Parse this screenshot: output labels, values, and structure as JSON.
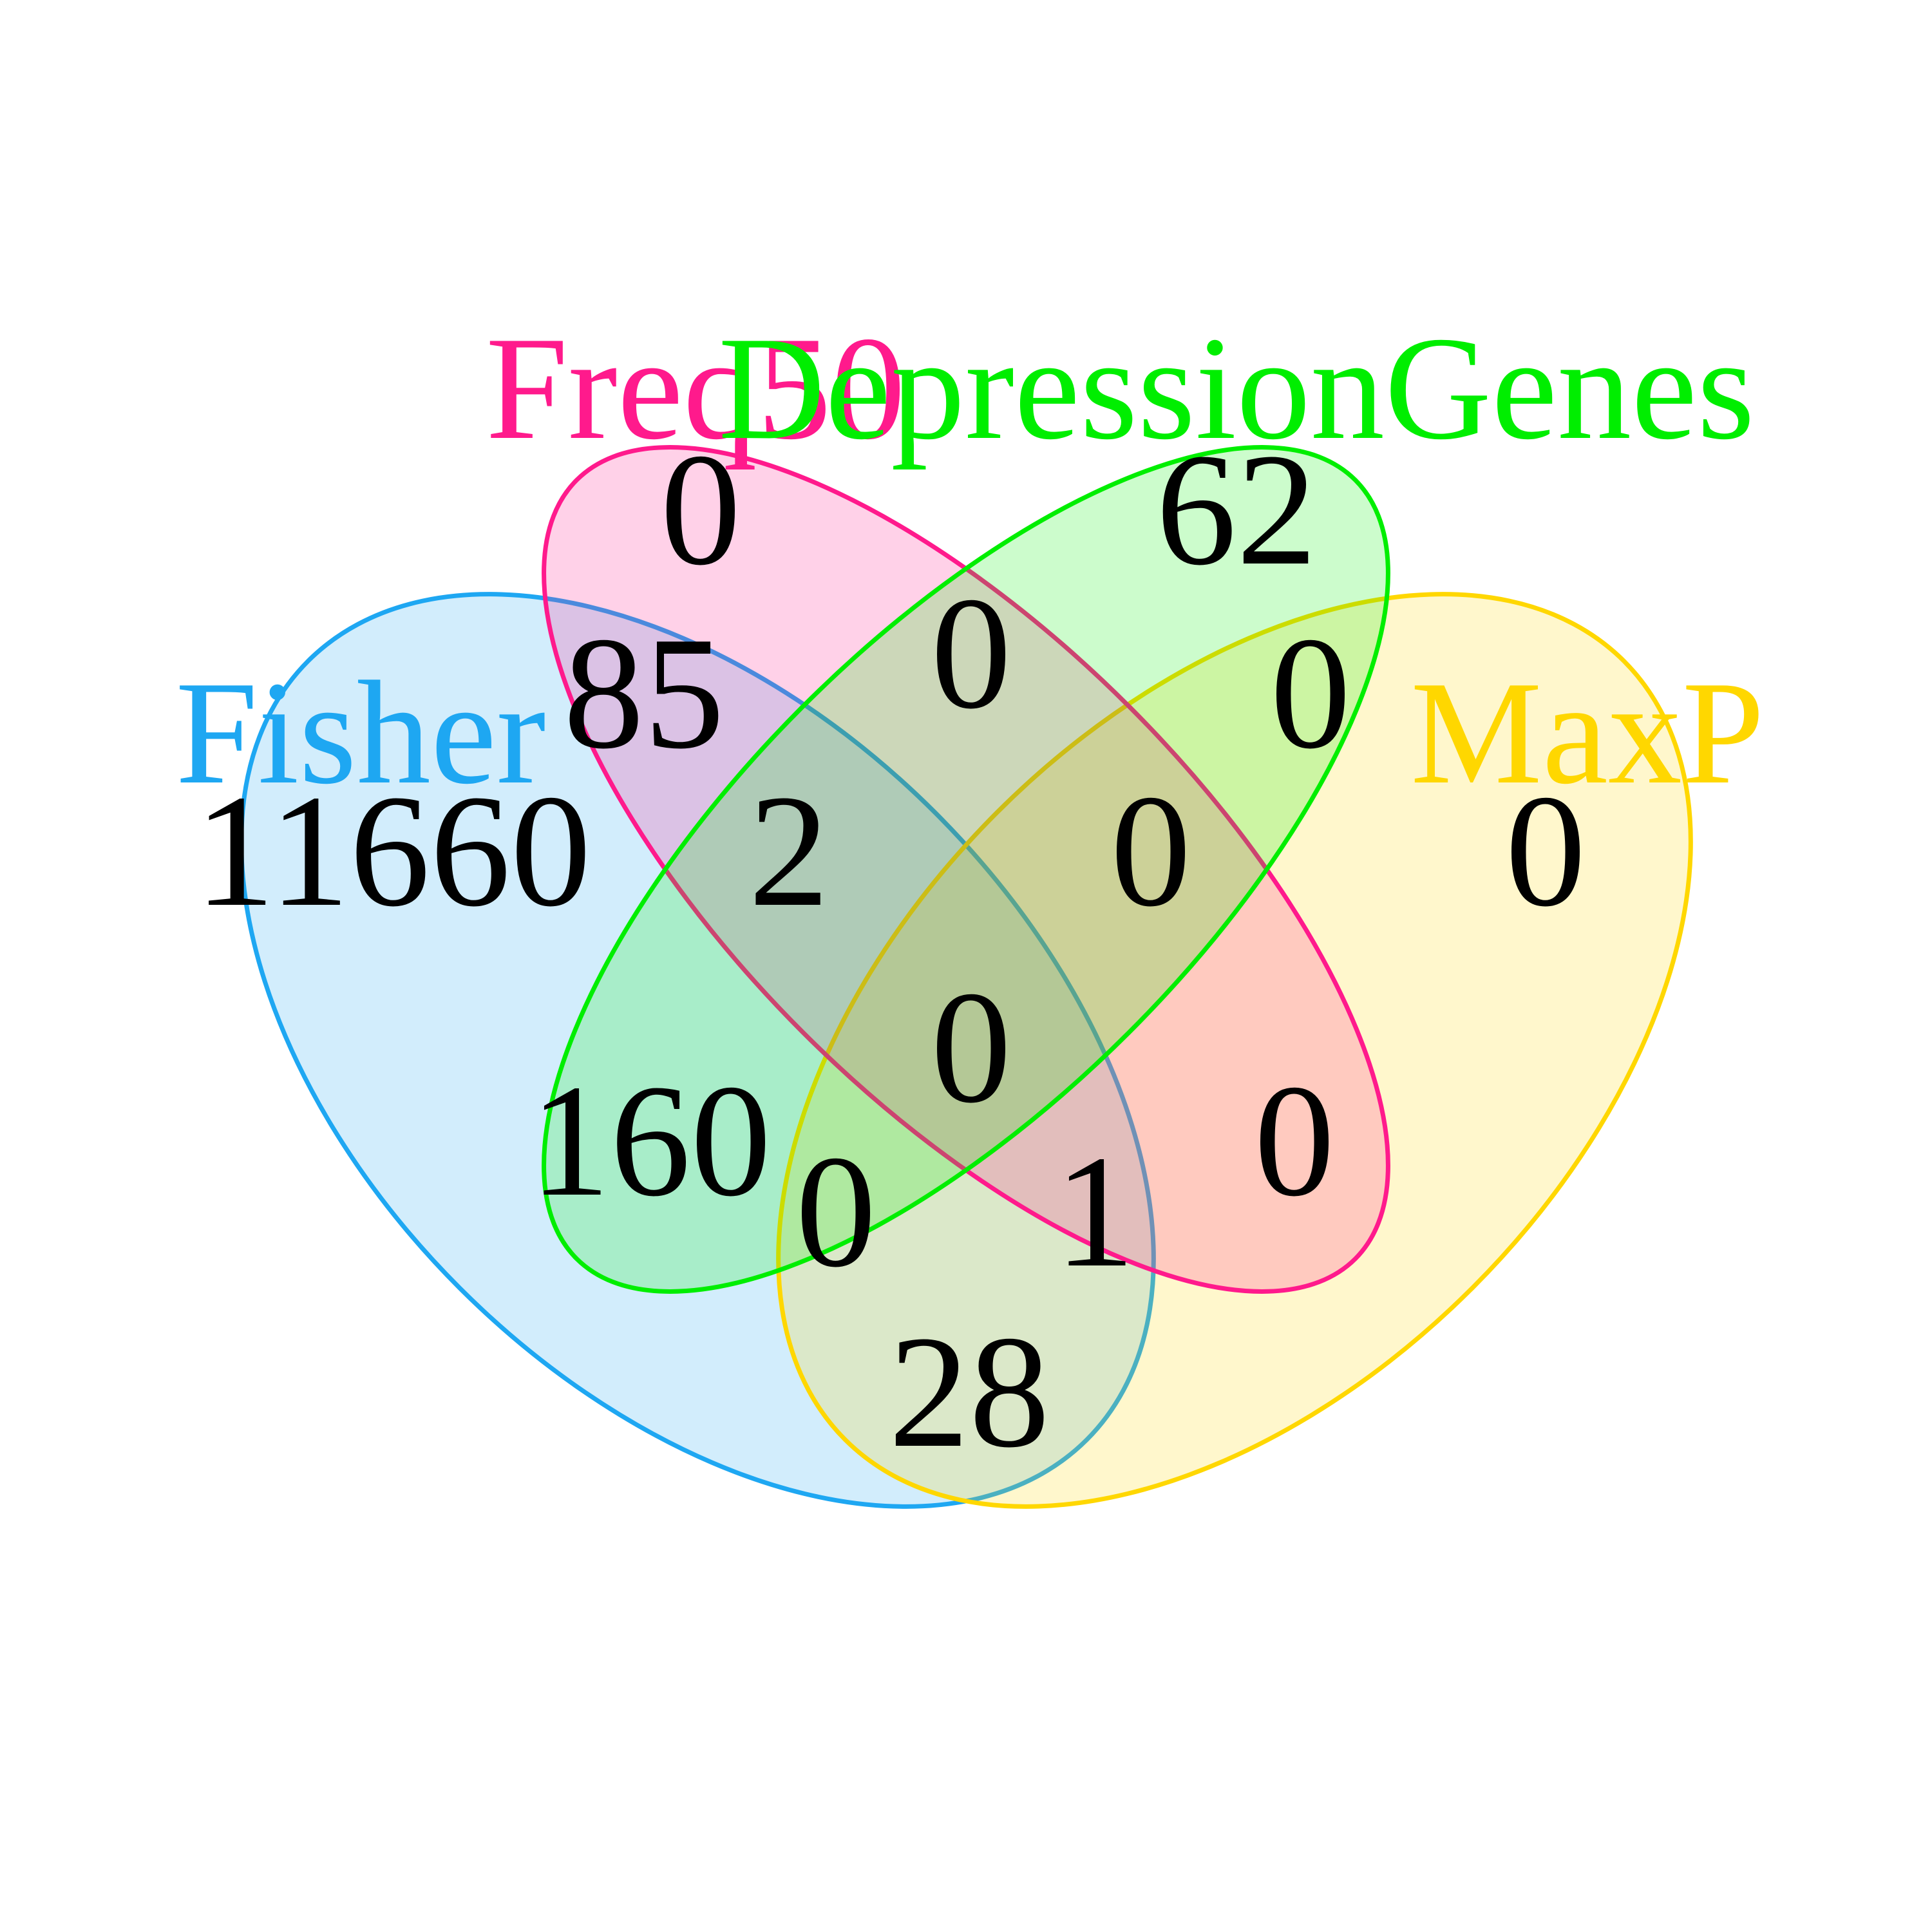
{
  "diagram": {
    "type": "venn-4",
    "sets": [
      {
        "key": "fisher",
        "name": "Fisher",
        "color": "#1EA7F2"
      },
      {
        "key": "freq50",
        "name": "Freq50",
        "color": "#FF1A8C"
      },
      {
        "key": "depression",
        "name": "DepressionGenes",
        "color": "#00EE00"
      },
      {
        "key": "maxp",
        "name": "MaxP",
        "color": "#FFD700"
      }
    ],
    "regions": {
      "fisher_only": "11660",
      "freq50_only": "0",
      "depression_only": "62",
      "maxp_only": "0",
      "fisher_freq50": "85",
      "freq50_depression": "0",
      "depression_maxp": "0",
      "fisher_freq50_depression": "2",
      "freq50_depression_maxp": "0",
      "all_four": "0",
      "fisher_depression": "160",
      "freq50_maxp": "0",
      "fisher_depression_maxp": "0",
      "fisher_freq50_maxp": "1",
      "fisher_maxp": "28"
    }
  }
}
